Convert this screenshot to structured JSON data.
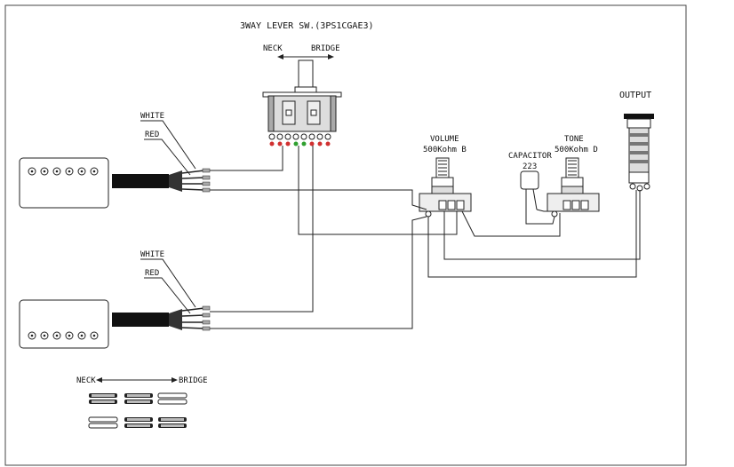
{
  "switch": {
    "title": "3WAY LEVER SW.(3PS1CGAE3)",
    "neck_label": "NECK",
    "bridge_label": "BRIDGE"
  },
  "pickup_neck": {
    "white_label": "WHITE",
    "red_label": "RED"
  },
  "pickup_bridge": {
    "white_label": "WHITE",
    "red_label": "RED"
  },
  "volume": {
    "label": "VOLUME",
    "value": "500Kohm B"
  },
  "tone": {
    "label": "TONE",
    "value": "500Kohm D"
  },
  "capacitor": {
    "label": "CAPACITOR",
    "value": "223"
  },
  "output": {
    "label": "OUTPUT"
  },
  "legend": {
    "neck_label": "NECK",
    "bridge_label": "BRIDGE"
  },
  "colors": {
    "line": "#222222",
    "frame": "#444444",
    "lug_red": "#d03030",
    "lug_green": "#30a030",
    "cable": "#111111"
  }
}
